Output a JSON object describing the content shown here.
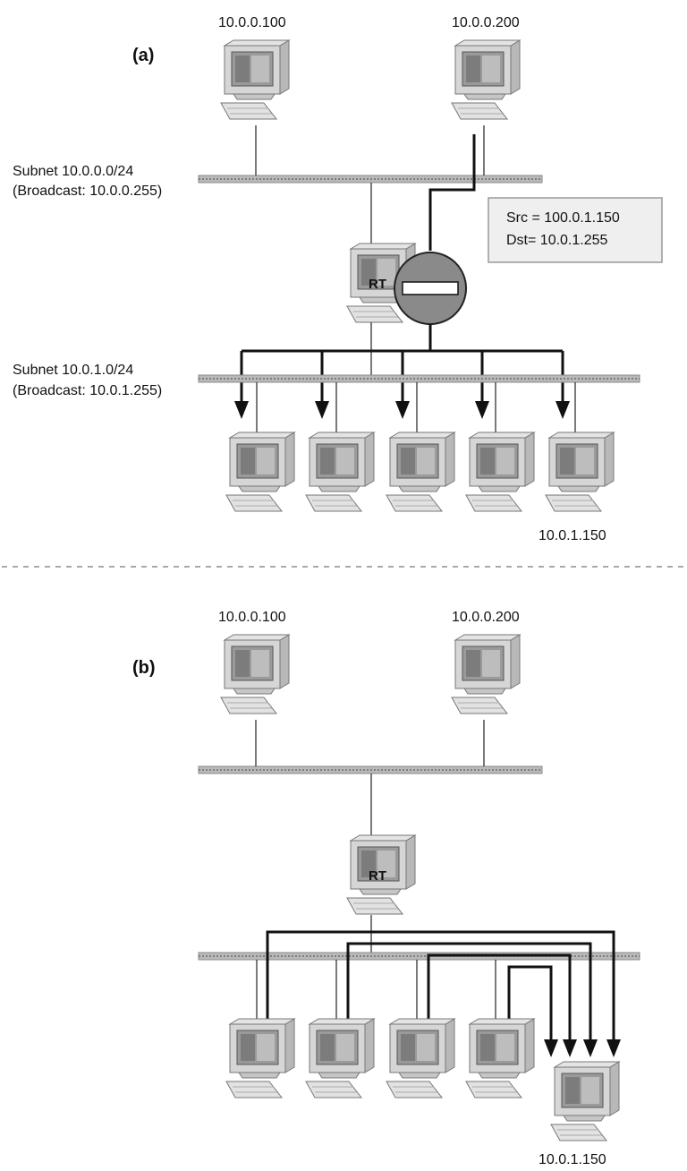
{
  "panel_a": {
    "tag": "(a)",
    "host_top_left": "10.0.0.100",
    "host_top_right": "10.0.0.200",
    "subnet_top": "Subnet 10.0.0.0/24",
    "broadcast_top": "(Broadcast: 10.0.0.255)",
    "subnet_bottom": "Subnet 10.0.1.0/24",
    "broadcast_bottom": "(Broadcast: 10.0.1.255)",
    "router_label": "RT",
    "packet_src": "Src = 100.0.1.150",
    "packet_dst": "Dst= 10.0.1.255",
    "victim_label": "10.0.1.150"
  },
  "panel_b": {
    "tag": "(b)",
    "host_top_left": "10.0.0.100",
    "host_top_right": "10.0.0.200",
    "router_label": "RT",
    "victim_label": "10.0.1.150"
  }
}
